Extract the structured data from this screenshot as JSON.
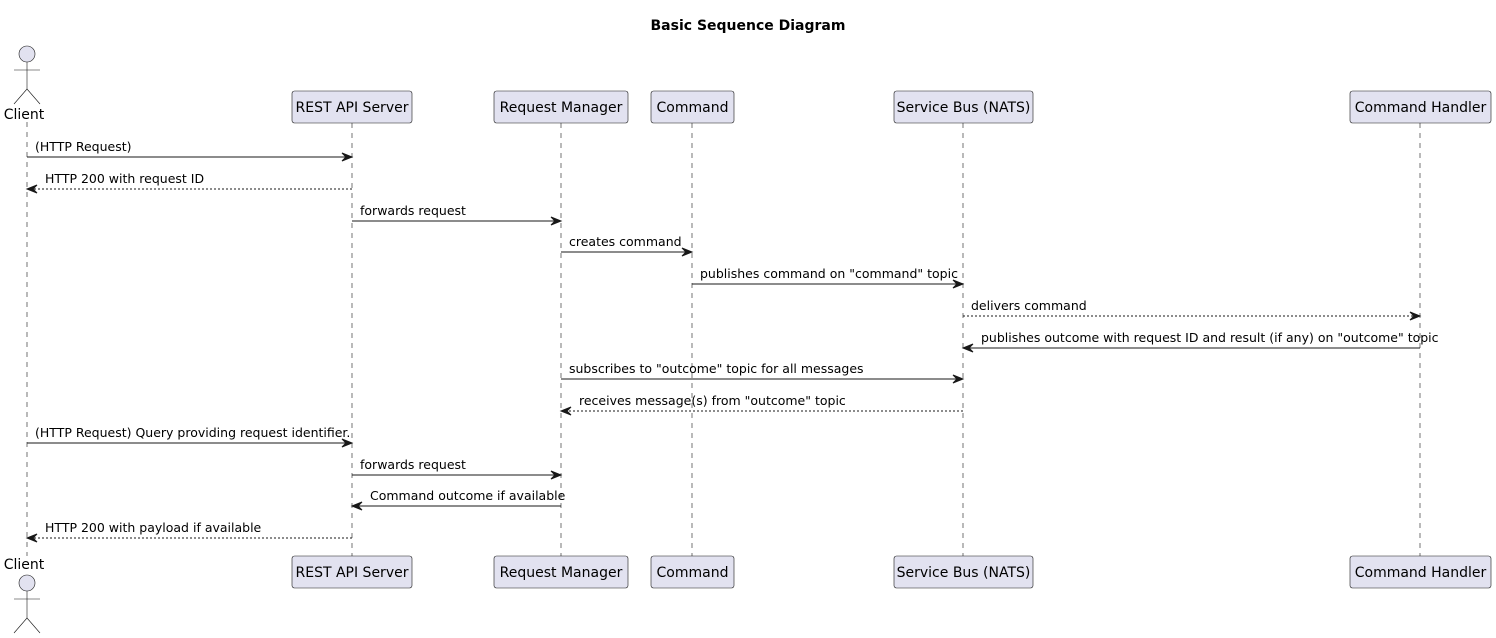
{
  "title": "Basic Sequence Diagram",
  "participants": [
    {
      "id": "client",
      "label": "Client",
      "kind": "actor"
    },
    {
      "id": "rest",
      "label": "REST API Server",
      "kind": "participant"
    },
    {
      "id": "rm",
      "label": "Request Manager",
      "kind": "participant"
    },
    {
      "id": "cmd",
      "label": "Command",
      "kind": "participant"
    },
    {
      "id": "bus",
      "label": "Service Bus (NATS)",
      "kind": "participant"
    },
    {
      "id": "handler",
      "label": "Command Handler",
      "kind": "participant"
    }
  ],
  "messages": [
    {
      "from": "client",
      "to": "rest",
      "label": "(HTTP Request)",
      "style": "solid"
    },
    {
      "from": "rest",
      "to": "client",
      "label": "HTTP 200 with request ID",
      "style": "dashed"
    },
    {
      "from": "rest",
      "to": "rm",
      "label": "forwards request",
      "style": "solid"
    },
    {
      "from": "rm",
      "to": "cmd",
      "label": "creates command",
      "style": "solid"
    },
    {
      "from": "cmd",
      "to": "bus",
      "label": "publishes command on \"command\" topic",
      "style": "solid"
    },
    {
      "from": "bus",
      "to": "handler",
      "label": "delivers command",
      "style": "dashed"
    },
    {
      "from": "handler",
      "to": "bus",
      "label": "publishes outcome with request ID and result (if any) on \"outcome\" topic",
      "style": "solid"
    },
    {
      "from": "rm",
      "to": "bus",
      "label": "subscribes to \"outcome\" topic for all messages",
      "style": "solid"
    },
    {
      "from": "bus",
      "to": "rm",
      "label": "receives message(s) from \"outcome\" topic",
      "style": "dashed"
    },
    {
      "from": "client",
      "to": "rest",
      "label": "(HTTP Request) Query providing request identifier.",
      "style": "solid"
    },
    {
      "from": "rest",
      "to": "rm",
      "label": "forwards request",
      "style": "solid"
    },
    {
      "from": "rm",
      "to": "rest",
      "label": "Command outcome if available",
      "style": "solid"
    },
    {
      "from": "rest",
      "to": "client",
      "label": "HTTP 200 with payload if available",
      "style": "dashed"
    }
  ]
}
